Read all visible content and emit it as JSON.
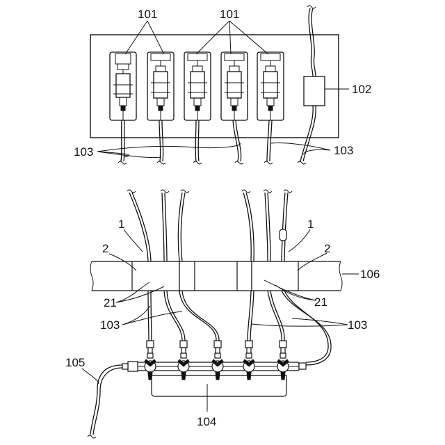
{
  "labels": {
    "syringe_pump": "101",
    "controller": "102",
    "tube": "103",
    "manifold": "104",
    "line": "105",
    "bar": "106",
    "holder": "1",
    "holder_body": "2",
    "groove": "21"
  }
}
